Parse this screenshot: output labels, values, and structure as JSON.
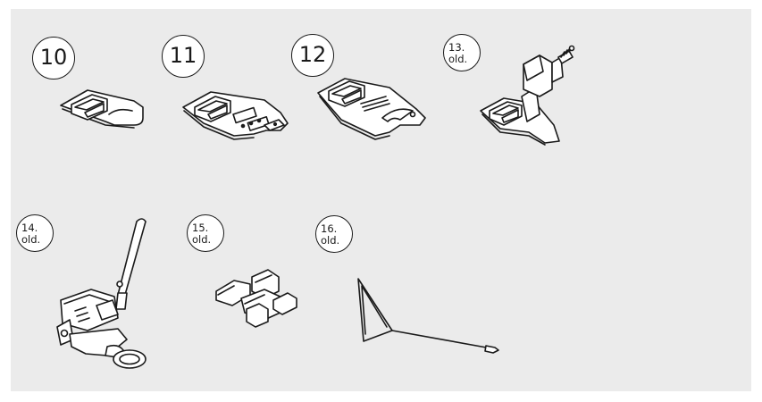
{
  "items": [
    {
      "label": "10",
      "caption": "",
      "icon": "presser-foot-icon"
    },
    {
      "label": "11",
      "caption": "",
      "icon": "presser-foot-icon"
    },
    {
      "label": "12",
      "caption": "",
      "icon": "presser-foot-icon"
    },
    {
      "label": "13.",
      "caption": "old.",
      "icon": "presser-foot-icon"
    },
    {
      "label": "14.",
      "caption": "old.",
      "icon": "presser-foot-icon"
    },
    {
      "label": "15.",
      "caption": "old.",
      "icon": "presser-foot-icon"
    },
    {
      "label": "16.",
      "caption": "old.",
      "icon": "guide-wire-icon"
    }
  ],
  "colors": {
    "panel": "#ebebeb",
    "line": "#1a1a1a",
    "fill": "#ffffff"
  }
}
